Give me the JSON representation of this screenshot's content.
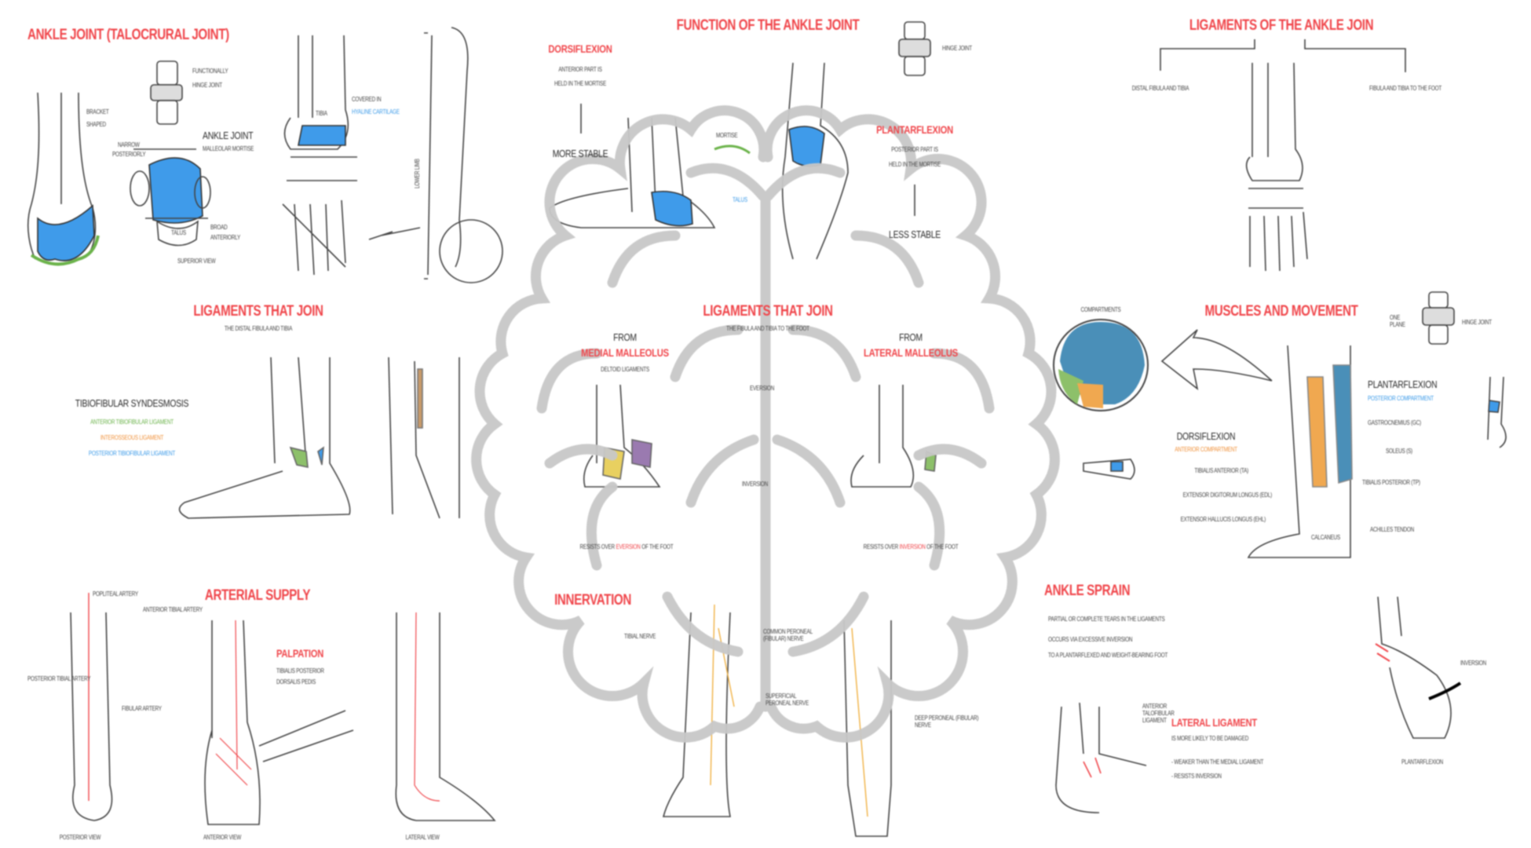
{
  "ankle_joint": {
    "title": "Ankle joint (talocrural joint)",
    "functionally": "Functionally",
    "hinge_joint": "hinge joint",
    "bracket": "Bracket",
    "shaped": "shaped",
    "ankle_joint_label": "Ankle joint",
    "malleolar_mortise": "Malleolar mortise",
    "narrow": "Narrow",
    "posteriorly": "posteriorly",
    "broad": "Broad",
    "anteriorly": "anteriorly",
    "superior_view": "Superior view",
    "covered_in": "Covered in",
    "hyaline_cartilage": "hyaline cartilage",
    "lower_limb": "Lower limb",
    "tibia": "Tibia",
    "talus": "Talus"
  },
  "function": {
    "title": "Function of the ankle joint",
    "dorsiflexion": "Dorsiflexion",
    "dorsi_line1": "Anterior part is",
    "dorsi_line2": "held in the mortise",
    "more_stable": "More stable",
    "plantarflexion": "Plantarflexion",
    "plantar_line1": "Posterior part is",
    "plantar_line2": "held in the mortise",
    "less_stable": "Less stable",
    "hinge_joint": "Hinge joint",
    "mortise": "Mortise",
    "talus": "Talus"
  },
  "ligaments_overview": {
    "title": "Ligaments of the ankle join",
    "left_branch": "Distal fibula and tibia",
    "right_branch": "Fibula and tibia to the foot"
  },
  "syndesmosis": {
    "title": "Ligaments that join",
    "subtitle": "the distal fibula and tibia",
    "heading": "Tibiofibular syndesmosis",
    "items": [
      "Anterior tibiofibular ligament",
      "Interosseous ligament",
      "Posterior tibiofibular ligament"
    ]
  },
  "foot_ligaments": {
    "title": "Ligaments that join",
    "subtitle": "the fibula and tibia to the foot",
    "from1": "From",
    "medial": "Medial malleolus",
    "deltoid": "Deltoid ligaments",
    "from2": "From",
    "lateral": "Lateral malleolus",
    "eversion": "Eversion",
    "inversion": "Inversion",
    "resists_ever_pre": "Resists over",
    "resists_ever_word": "eversion",
    "resists_ever_post": "of the foot",
    "resists_inv_pre": "Resists over",
    "resists_inv_word": "inversion",
    "resists_inv_post": "of the foot"
  },
  "arterial": {
    "title": "Arterial supply",
    "palpation": "Palpation",
    "tibialis_posterior": "Tibialis posterior",
    "dorsalis_pedis": "Dorsalis pedis",
    "posterior_view": "Posterior view",
    "anterior_view": "Anterior view",
    "lateral_view": "Lateral view",
    "popliteal": "Popliteal artery",
    "anterior_tibial": "Anterior tibial artery",
    "posterior_tibial": "Posterior tibial artery",
    "fibular": "Fibular artery"
  },
  "innervation": {
    "title": "Innervation",
    "tibial": "Tibial nerve",
    "common_peroneal": "Common peroneal (fibular) nerve",
    "superficial": "Superficial peroneal nerve",
    "deep": "Deep peroneal (fibular) nerve"
  },
  "muscles": {
    "title": "Muscles and movement",
    "compartments": "Compartments",
    "hinge_joint": "Hinge joint",
    "one_plane": "One plane",
    "plantarflexion": "Plantarflexion",
    "posterior_compartment": "Posterior compartment",
    "gastrocnemius": "Gastrocnemius (GC)",
    "soleus": "Soleus (S)",
    "tibialis_posterior": "Tibialis posterior (TP)",
    "achilles": "Achilles tendon",
    "dorsiflexion": "Dorsiflexion",
    "anterior_compartment": "Anterior compartment",
    "tibialis_anterior": "Tibialis anterior (TA)",
    "edl": "Extensor digitorum longus (EDL)",
    "ehl": "Extensor hallucis longus (EHL)",
    "calcaneus": "Calcaneus"
  },
  "sprain": {
    "title": "Ankle sprain",
    "bullet1": "Partial or complete tears in the ligaments",
    "bullet2a": "Occurs via excessive inversion",
    "bullet2b": "to a plantarflexed and weight-bearing foot",
    "atfl": "Anterior talofibular ligament",
    "lateral_ligament": "Lateral ligament",
    "more_likely": "is more likely to be damaged",
    "weaker": "- Weaker than the medial ligament",
    "resists": "- Resists inversion",
    "inversion": "Inversion",
    "plantarflexion": "Plantarflexion"
  },
  "colors": {
    "heading": "#f0454a",
    "cartilage": "#3b9ae8",
    "green": "#6bb34a",
    "orange": "#f0a040",
    "posterior": "#4a8fb8",
    "watermark": "#c8c8c8"
  }
}
